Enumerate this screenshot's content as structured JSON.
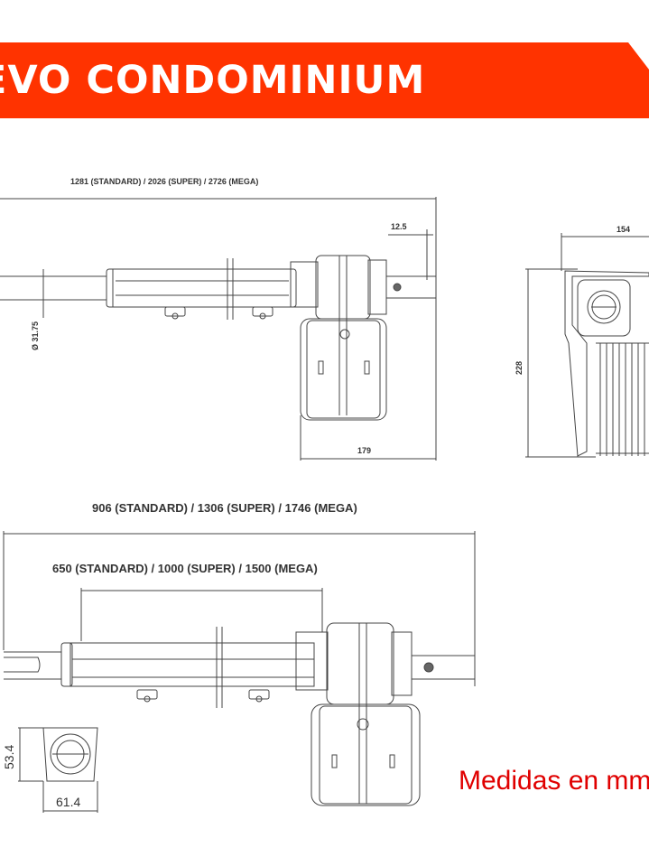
{
  "banner": {
    "title": "EVO CONDOMINIUM",
    "visible_title": "EVO CONDOMINIUM",
    "color": "#ff3300"
  },
  "top_view": {
    "overall_length_label": "1281 (STANDARD)  /  2026 (SUPER)  /  2726 (MEGA)",
    "end_offset_label": "12.5",
    "rod_diameter_label": "Ø 31.75",
    "motor_width_label": "179"
  },
  "side_view": {
    "width_label": "154",
    "height_label": "228"
  },
  "bottom_view": {
    "overall_length_label": "906 (STANDARD)  /  1306 (SUPER)  /  1746 (MEGA)",
    "stroke_label": "650 (STANDARD)  /  1000 (SUPER)  /  1500 (MEGA)"
  },
  "section_view": {
    "height_label": "53.4",
    "width_label": "61.4"
  },
  "footer": {
    "note": "Medidas en mm",
    "note_color": "#e00000"
  }
}
